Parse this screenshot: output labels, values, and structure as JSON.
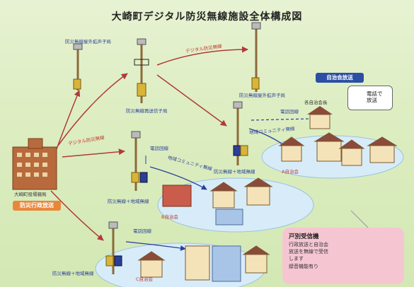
{
  "title": "大崎町デジタル防災無線施設全体構成図",
  "labels": {
    "outdoor_speaker_left": "防災無線屋外拡声子局",
    "outdoor_speaker_right": "防災無線屋外拡声子局",
    "relay_station": "防災無線再送信子局",
    "digital_line_top": "デジタル防災無線",
    "digital_line_left": "デジタル防災無線",
    "phone_line_top": "電話回線",
    "phone_line_mid": "電話回線",
    "phone_line_bottom": "電話回線",
    "community_wireless_top": "地域コミュニティ無線",
    "community_wireless_mid": "地域コミュニティ無線",
    "combo_station_top": "防災無線＋地域無線",
    "combo_station_mid": "防災無線＋地域無線",
    "combo_station_bottom": "防災無線＋地域無線",
    "town_office": "大崎町役場親局",
    "admin_broadcast": "防災行政放送",
    "jichi_broadcast": "自治会放送",
    "chief_label": "各自治会長",
    "phone_broadcast": "電話で\n放送",
    "assoc_a": "A自治会",
    "assoc_b": "B自治会",
    "assoc_c": "C自治会"
  },
  "receiver_box": {
    "heading": "戸別受信機",
    "lines": [
      "行政放送と自治会",
      "放送を無線で受信",
      "します",
      "録音機能有り"
    ]
  },
  "colors": {
    "bg": "#dcedc0",
    "arrow_red": "#b03a3a",
    "arrow_blue": "#2a3f9a",
    "admin_orange": "#e8873a",
    "jichi_blue": "#2b4fa5",
    "ellipse": "#d7ecf8",
    "pink_box": "#f5c6d2"
  }
}
